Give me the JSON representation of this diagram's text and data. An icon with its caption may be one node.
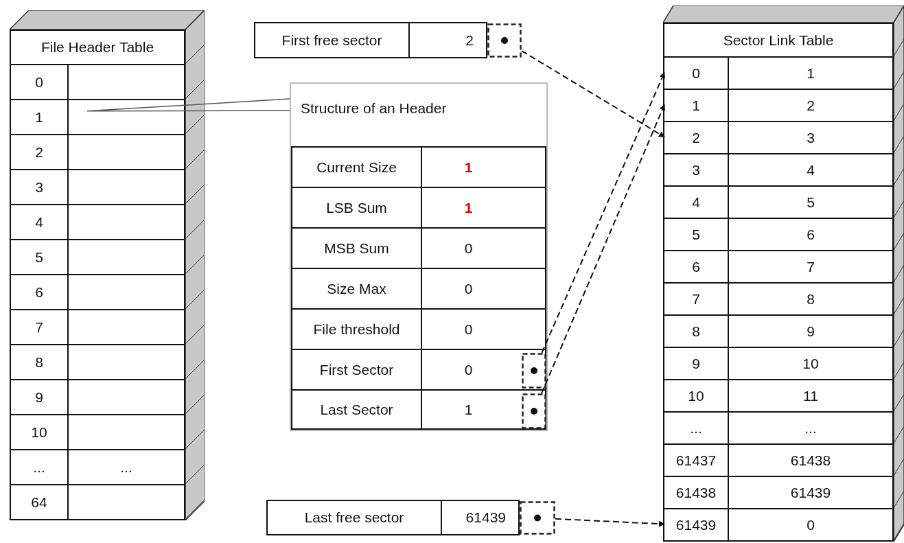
{
  "diagram": {
    "nodes": [
      {
        "text": [
          "File Header Table"
        ]
      },
      {
        "text": [
          "0"
        ],
        "in": 0
      },
      {
        "text": [
          "1"
        ],
        "in": 0
      },
      {
        "text": [
          "2"
        ],
        "in": 0
      },
      {
        "text": [
          "3"
        ],
        "in": 0
      },
      {
        "text": [
          "4"
        ],
        "in": 0
      },
      {
        "text": [
          "5"
        ],
        "in": 0
      },
      {
        "text": [
          "6"
        ],
        "in": 0
      },
      {
        "text": [
          "7"
        ],
        "in": 0
      },
      {
        "text": [
          "8"
        ],
        "in": 0
      },
      {
        "text": [
          "9"
        ],
        "in": 0
      },
      {
        "text": [
          "10"
        ],
        "in": 0
      },
      {
        "text": [
          "...",
          "..."
        ],
        "in": 0
      },
      {
        "text": [
          "64"
        ],
        "in": 0
      },
      {
        "text": [
          "Structure of an Header"
        ]
      },
      {
        "text": [
          "Current Size",
          "1"
        ],
        "in": 14
      },
      {
        "text": [
          "LSB Sum",
          "1"
        ],
        "in": 14
      },
      {
        "text": [
          "MSB Sum",
          "0"
        ],
        "in": 14
      },
      {
        "text": [
          "Size Max",
          "0"
        ],
        "in": 14
      },
      {
        "text": [
          "File threshold",
          "0"
        ],
        "in": 14
      },
      {
        "text": [
          "First Sector",
          "0"
        ],
        "in": 14
      },
      {
        "text": [
          "Last Sector",
          "1"
        ],
        "in": 14
      },
      {
        "text": [],
        "shape": "box",
        "in": 20
      },
      {
        "text": [],
        "shape": "box",
        "in": 21
      },
      {
        "text": [
          "First free sector",
          "2"
        ]
      },
      {
        "text": [],
        "shape": "box"
      },
      {
        "text": [
          "Last free sector",
          "61439"
        ]
      },
      {
        "text": [],
        "shape": "box"
      },
      {
        "text": [
          "Sector Link Table"
        ]
      },
      {
        "text": [
          "0",
          "1"
        ],
        "in": 28
      },
      {
        "text": [
          "1",
          "2"
        ],
        "in": 28
      },
      {
        "text": [
          "2",
          "3"
        ],
        "in": 28
      },
      {
        "text": [
          "3",
          "4"
        ],
        "in": 28
      },
      {
        "text": [
          "4",
          "5"
        ],
        "in": 28
      },
      {
        "text": [
          "5",
          "6"
        ],
        "in": 28
      },
      {
        "text": [
          "6",
          "7"
        ],
        "in": 28
      },
      {
        "text": [
          "7",
          "8"
        ],
        "in": 28
      },
      {
        "text": [
          "8",
          "9"
        ],
        "in": 28
      },
      {
        "text": [
          "9",
          "10"
        ],
        "in": 28
      },
      {
        "text": [
          "10",
          "11"
        ],
        "in": 28
      },
      {
        "text": [
          "...",
          "..."
        ],
        "in": 28
      },
      {
        "text": [
          "61437",
          "61438"
        ],
        "in": 28
      },
      {
        "text": [
          "61438",
          "61439"
        ],
        "in": 28
      },
      {
        "text": [
          "61439",
          "0"
        ],
        "in": 28
      }
    ],
    "edges": [
      {
        "from": 2,
        "to": 14,
        "arrow": "none"
      },
      {
        "from": 25,
        "to": 31,
        "arrow": "to",
        "style": "dashed"
      },
      {
        "from": 22,
        "to": 29,
        "arrow": "to",
        "style": "dashed"
      },
      {
        "from": 23,
        "to": 30,
        "arrow": "to",
        "style": "dashed"
      },
      {
        "from": 27,
        "to": 43,
        "arrow": "to",
        "style": "dashed"
      }
    ]
  }
}
